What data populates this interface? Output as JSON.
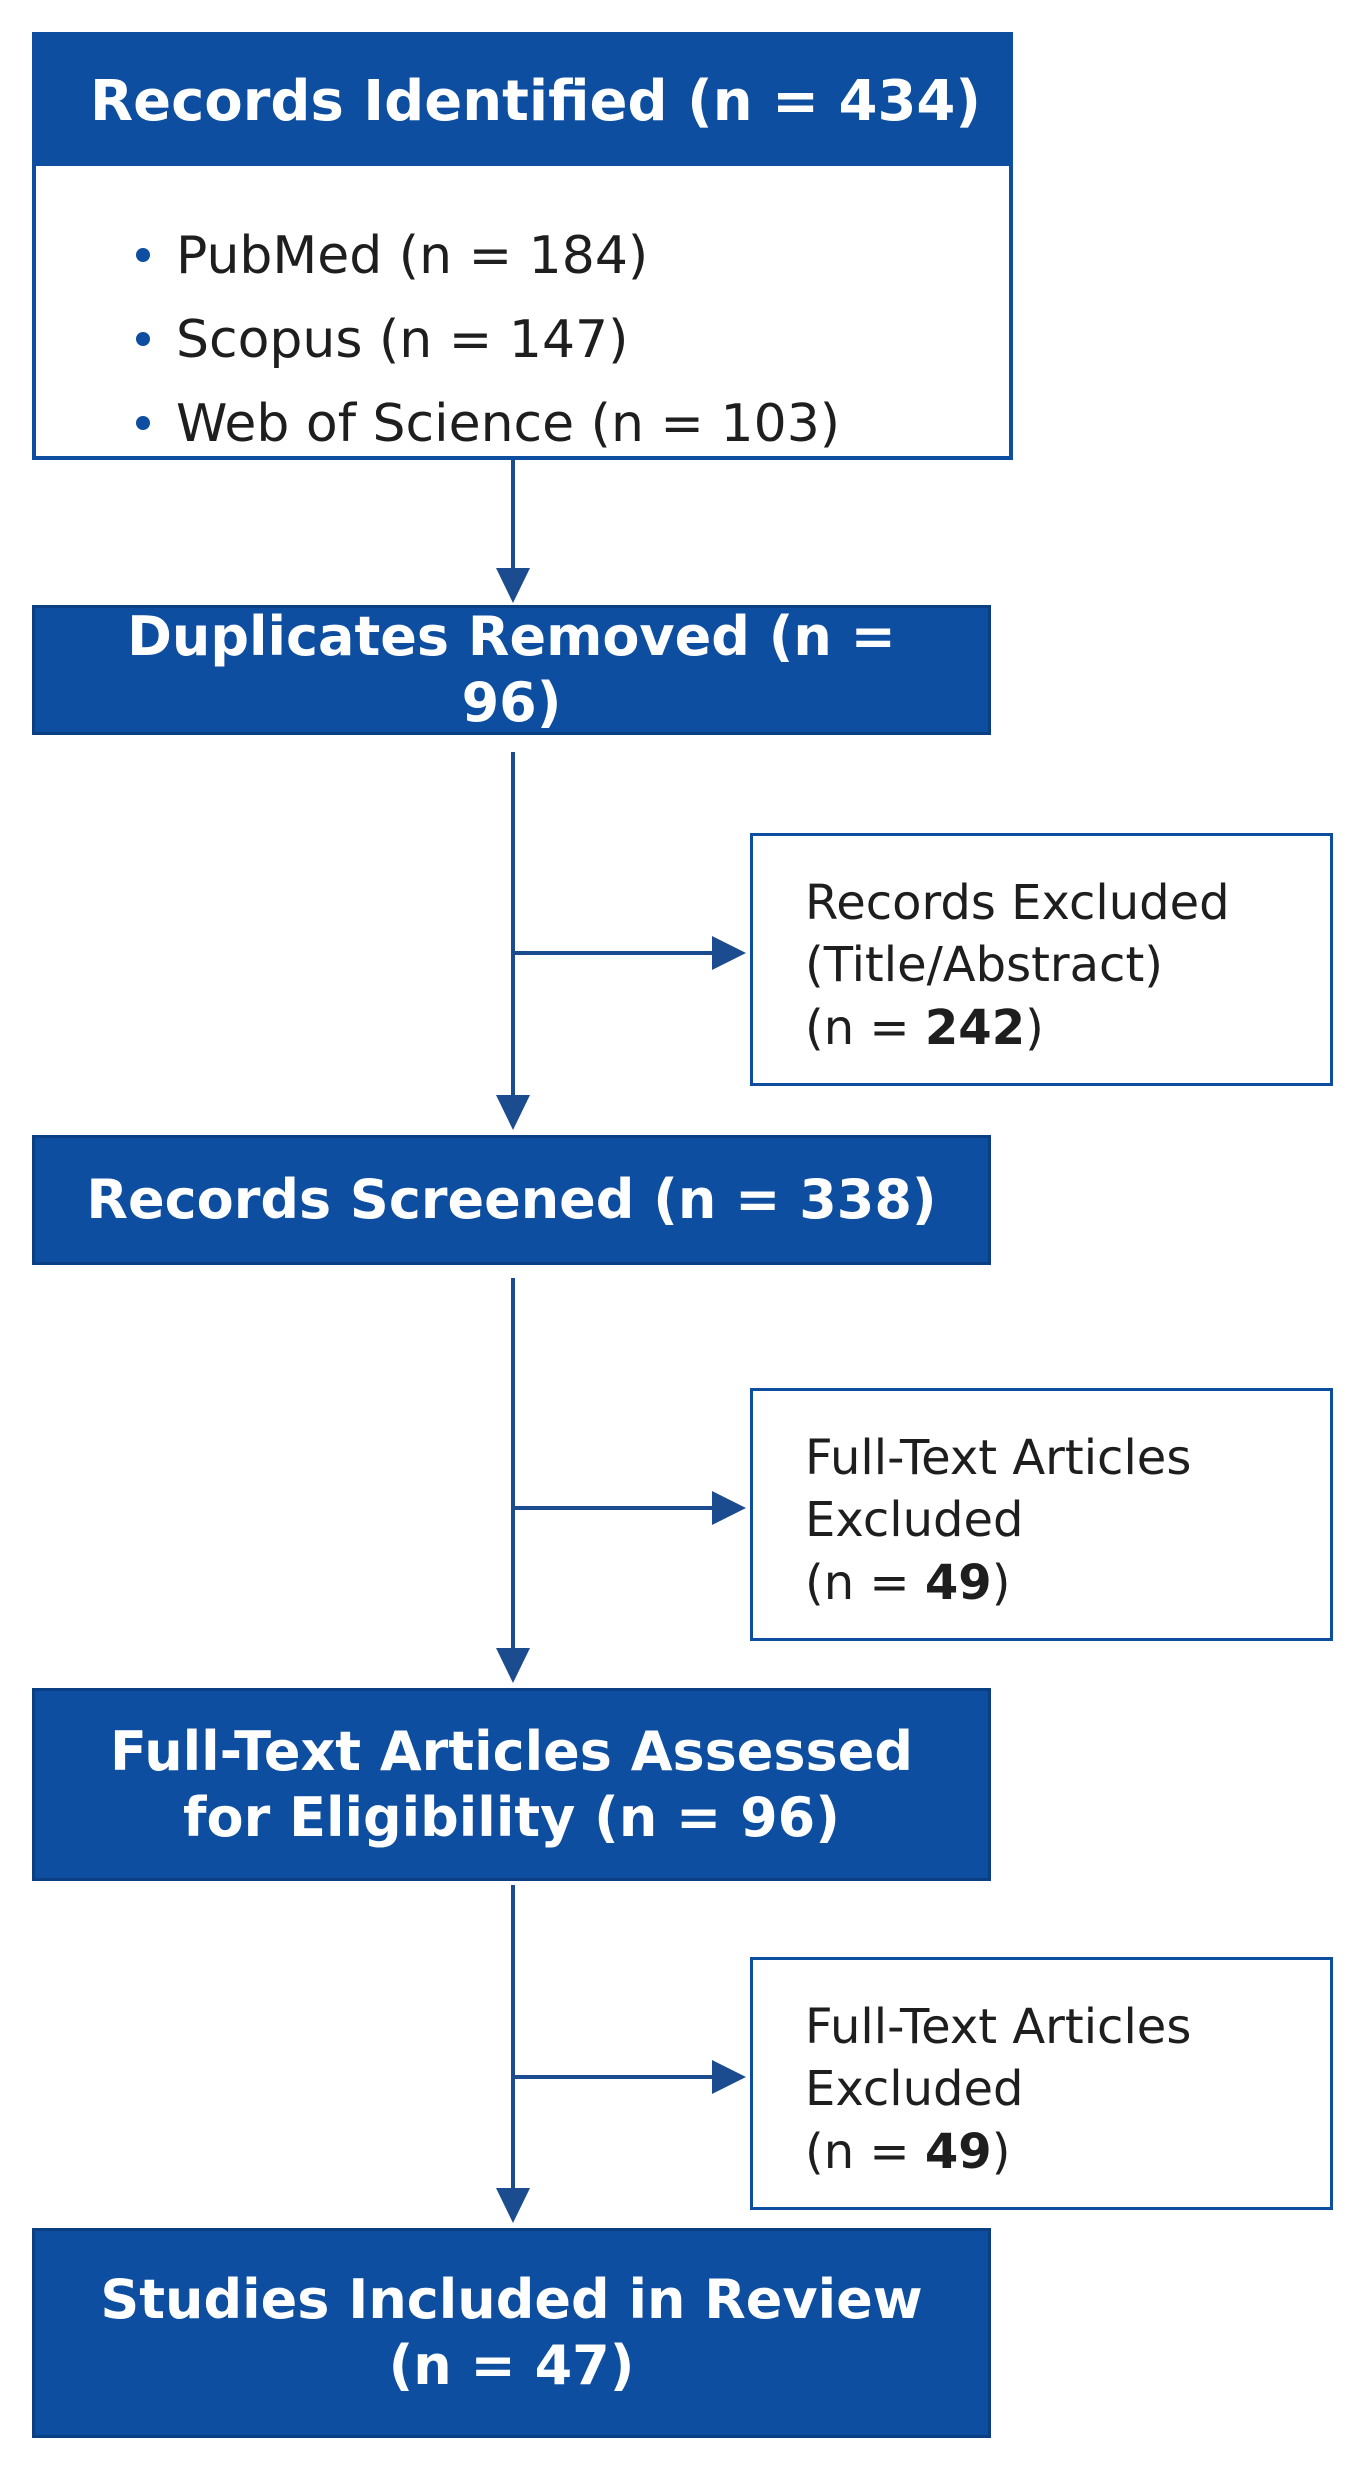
{
  "diagram": {
    "colors": {
      "stage_fill": "#0d4ea1",
      "stage_text": "#ffffff",
      "outline": "#0d4ea1",
      "connector": "#1b4c8f",
      "body_text": "#1e1e1e"
    },
    "identification": {
      "title": "Records Identified (n = 434)",
      "sources": [
        {
          "label": "PubMed (n = 184)"
        },
        {
          "label": "Scopus (n = 147)"
        },
        {
          "label": "Web of Science (n = 103)"
        }
      ]
    },
    "duplicates": {
      "label": "Duplicates Removed (n = 96)"
    },
    "exclusion_title_abstract": {
      "line1": "Records Excluded",
      "line2": "(Title/Abstract)",
      "count_prefix": "(n = ",
      "count_value": "242",
      "count_suffix": ")"
    },
    "screened": {
      "label": "Records Screened (n = 338)"
    },
    "exclusion_fulltext_1": {
      "line1": "Full-Text Articles",
      "line2": "Excluded",
      "count_prefix": "(n = ",
      "count_value": "49",
      "count_suffix": ")"
    },
    "eligibility": {
      "line1": "Full-Text Articles Assessed",
      "line2": "for Eligibility (n = 96)"
    },
    "exclusion_fulltext_2": {
      "line1": "Full-Text Articles",
      "line2": "Excluded",
      "count_prefix": "(n = ",
      "count_value": "49",
      "count_suffix": ")"
    },
    "included": {
      "line1": "Studies Included in Review",
      "line2": "(n = 47)"
    }
  }
}
